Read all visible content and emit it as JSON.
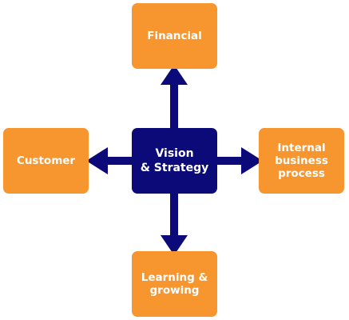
{
  "diagram": {
    "center": {
      "label": "Vision\n& Strategy"
    },
    "perspectives": {
      "top": {
        "label": "Financial"
      },
      "left": {
        "label": "Customer"
      },
      "right": {
        "label": "Internal\nbusiness\nprocess"
      },
      "bottom": {
        "label": "Learning &\ngrowing"
      }
    },
    "colors": {
      "outer_box": "#f7962f",
      "center_box": "#0b0a78",
      "arrow": "#0b0a78",
      "text": "#ffffff"
    }
  }
}
